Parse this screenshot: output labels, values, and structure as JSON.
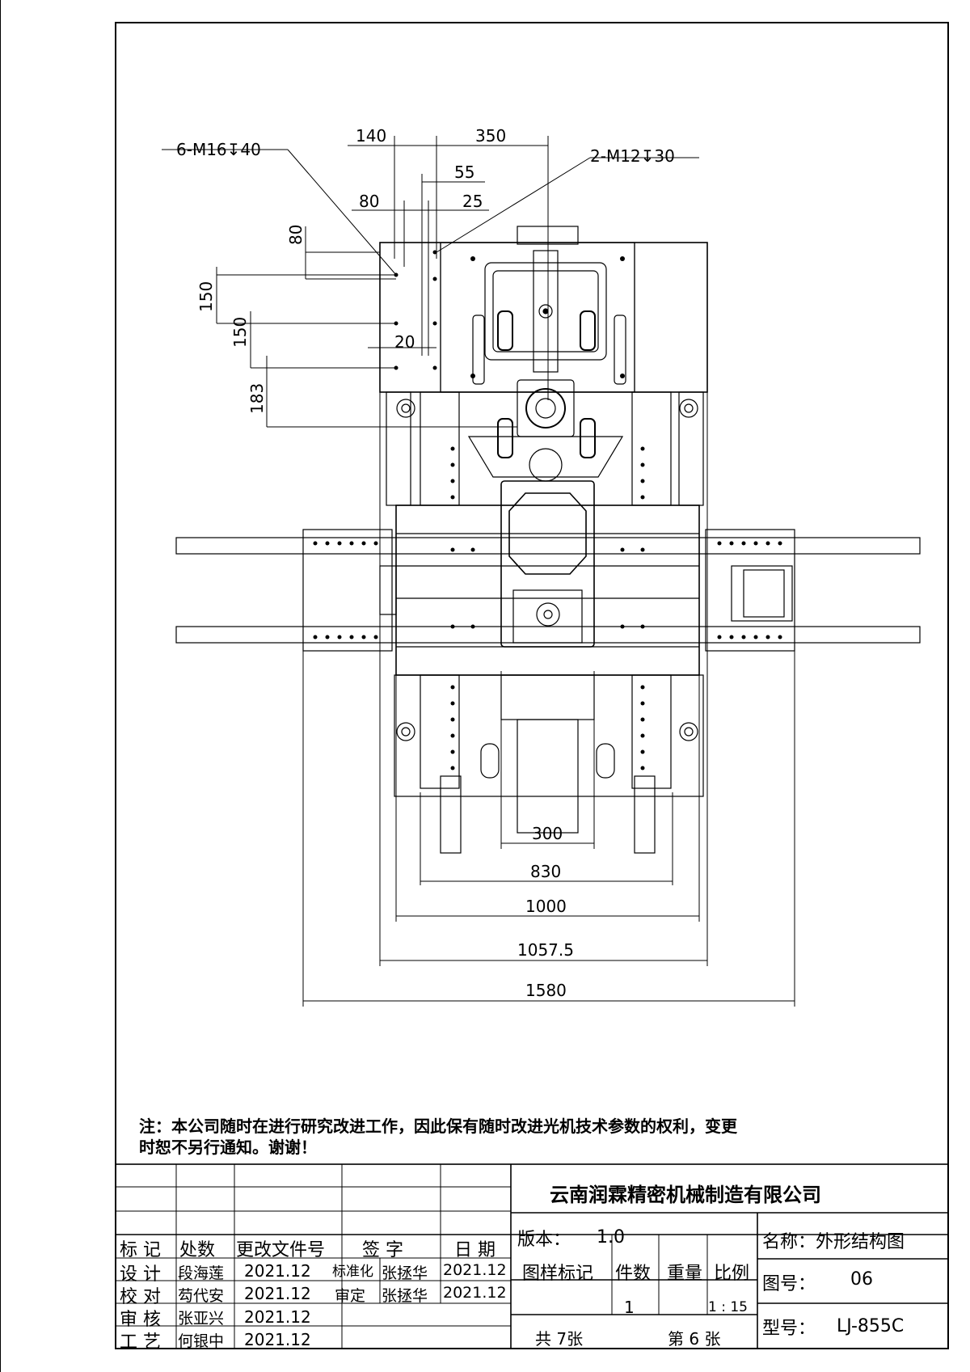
{
  "dimensions": {
    "d140": "140",
    "d350": "350",
    "d55": "55",
    "d25": "25",
    "d80h": "80",
    "d80v": "80",
    "d150a": "150",
    "d150b": "150",
    "d20": "20",
    "d183": "183",
    "thread6": "6-M16↧40",
    "thread2": "2-M12↧30",
    "d300": "300",
    "d830": "830",
    "d1000": "1000",
    "d1057": "1057.5",
    "d1580": "1580"
  },
  "note": {
    "line1": "注：本公司随时在进行研究改进工作，因此保有随时改进光机技术参数的权利，变更",
    "line2": "时恕不另行通知。谢谢！"
  },
  "title_block": {
    "company": "云南润霖精密机械制造有限公司",
    "version_label": "版本：",
    "version_value": "1.0",
    "name_label": "名称：外形结构图",
    "drawing_no_label": "图号：",
    "drawing_no_value": "06",
    "model_label": "型号：",
    "model_value": "LJ-855C",
    "hdr_mark": "标 记",
    "hdr_count": "处数",
    "hdr_doc": "更改文件号",
    "hdr_sign": "签 字",
    "hdr_date": "日 期",
    "design_label": "设 计",
    "design_name": "段海莲",
    "design_date": "2021.12",
    "std_label": "标准化",
    "std_name": "张拯华",
    "std_date": "2021.12",
    "check_label": "校 对",
    "check_name": "芶代安",
    "check_date": "2021.12",
    "approve_label": "审定",
    "approve_name": "张拯华",
    "approve_date": "2021.12",
    "review_label": "审 核",
    "review_name": "张亚兴",
    "review_date": "2021.12",
    "process_label": "工 艺",
    "process_name": "何银中",
    "process_date": "2021.12",
    "sample_mark": "图样标记",
    "qty_label": "件数",
    "weight_label": "重量",
    "scale_label": "比例",
    "qty_value": "1",
    "scale_value": "1 : 15",
    "total_sheets": "共 7张",
    "sheet_no": "第 6 张"
  }
}
